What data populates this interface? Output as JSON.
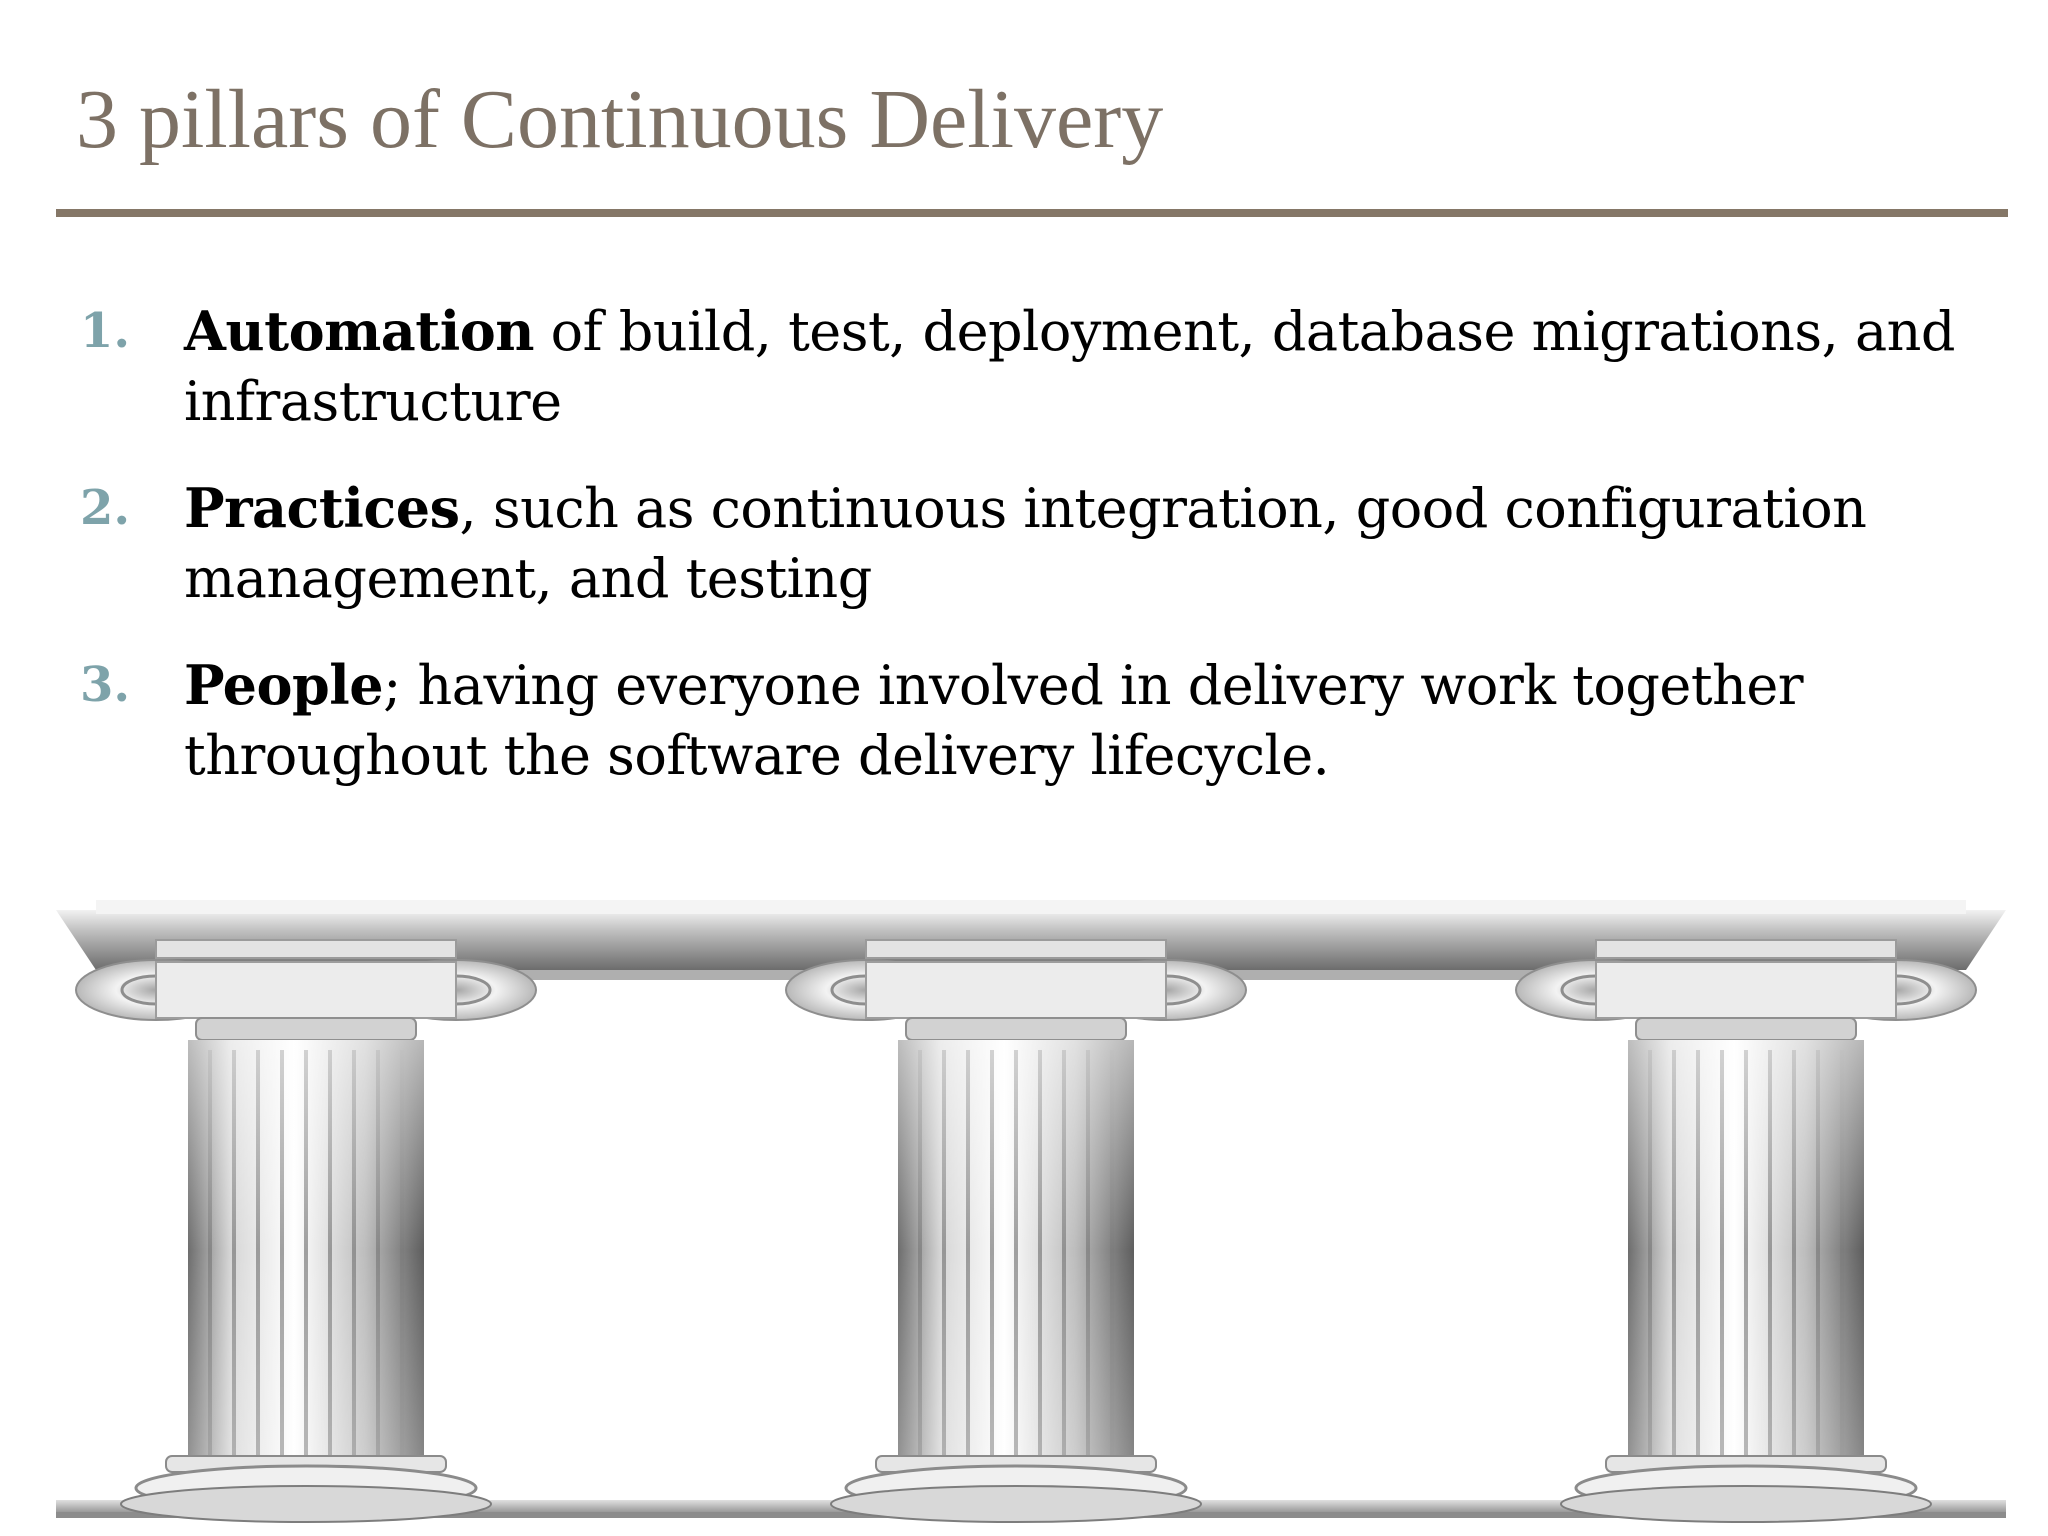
{
  "slide": {
    "title": "3 pillars of Continuous Delivery",
    "items": [
      {
        "number": "1.",
        "term": "Automation",
        "rest": " of build, test, deployment, database migrations, and infrastructure"
      },
      {
        "number": "2.",
        "term": "Practices",
        "rest": ", such as continuous integration, good configuration management, and testing"
      },
      {
        "number": "3.",
        "term": "People",
        "rest": "; having everyone involved in delivery work together throughout the software delivery lifecycle."
      }
    ]
  },
  "colors": {
    "title": "#7d7165",
    "rule": "#857767",
    "numbers": "#7ea3aa",
    "body": "#000000"
  },
  "image": {
    "icon": "ionic-columns-illustration"
  }
}
